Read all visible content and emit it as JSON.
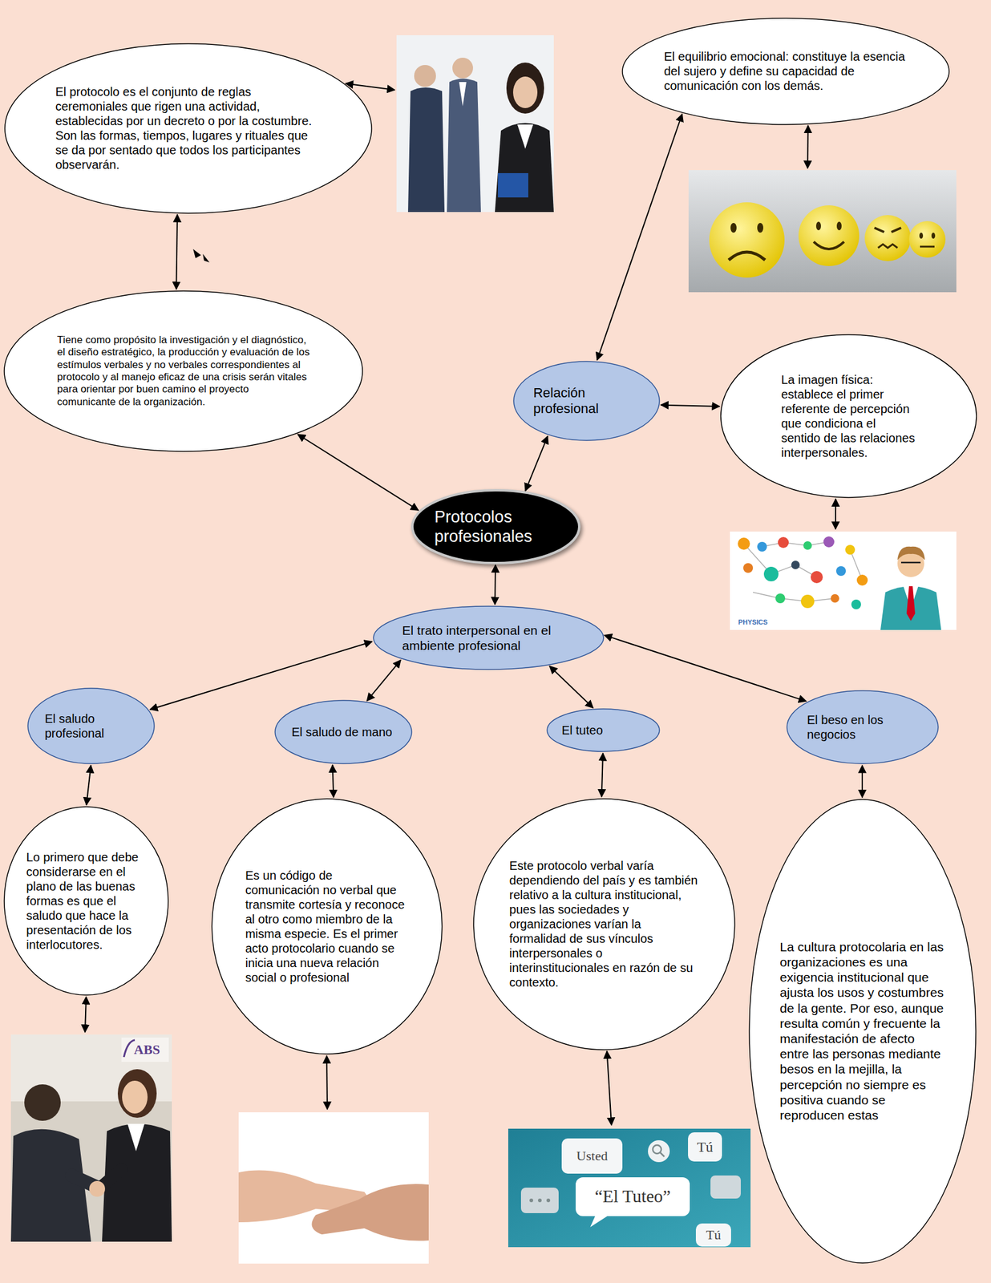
{
  "diagram": {
    "nodes": [
      {
        "text": [
          "El protocolo es el conjunto de reglas ceremoniales que rigen una actividad, establecidas por un decreto o por la costumbre. Son las formas, tiempos, lugares y rituales que se da por sentado que todos los participantes observarán."
        ]
      },
      {
        "text": [
          "El equilibrio emocional: constituye la esencia del sujero y define su capacidad de comunicación con los demás."
        ]
      },
      {
        "text": [
          "Tiene como propósito la investigación y el diagnóstico, el diseño estratégico, la producción y evaluación de los estímulos verbales y no verbales correspondientes al protocolo y al manejo eficaz de una crisis serán vitales para orientar por buen camino el proyecto comunicante de la organización."
        ]
      },
      {
        "text": [
          "Relación profesional"
        ]
      },
      {
        "text": [
          "La imagen física: establece el primer referente de percepción que condiciona el sentido de las relaciones interpersonales."
        ]
      },
      {
        "text": [
          "Protocolos profesionales"
        ]
      },
      {
        "text": [
          "El trato interpersonal en el ambiente profesional"
        ]
      },
      {
        "text": [
          "El saludo profesional"
        ]
      },
      {
        "text": [
          "El saludo de mano"
        ]
      },
      {
        "text": [
          "El tuteo"
        ]
      },
      {
        "text": [
          "El beso en los negocios"
        ]
      },
      {
        "text": [
          "Lo primero que debe considerarse en el plano de las buenas formas es que el saludo que hace la presentación de los interlocutores."
        ]
      },
      {
        "text": [
          "Es un código de comunicación no verbal que transmite cortesía y reconoce al otro como miembro de la misma especie. Es el primer acto protocolario cuando se inicia una nueva relación social o profesional"
        ]
      },
      {
        "text": [
          "Este protocolo verbal varía dependiendo del país y es también relativo a la cultura institucional, pues las sociedades y organizaciones varían la formalidad de sus vínculos interpersonales o interinstitucionales en razón de su contexto."
        ]
      },
      {
        "text": [
          "La cultura protocolaria en las organizaciones es una exigencia institucional que ajusta los usos y costumbres de la gente. Por eso, aunque resulta común y frecuente la manifestación de afecto entre las personas mediante besos en la mejilla, la percepción no siempre es positiva cuando se reproducen estas"
        ]
      }
    ],
    "edges": [
      {
        "from": 0,
        "to": 2,
        "arrow": "both"
      },
      {
        "from": 2,
        "to": 5,
        "arrow": "both"
      },
      {
        "from": 5,
        "to": 3,
        "arrow": "both"
      },
      {
        "from": 3,
        "to": 1,
        "arrow": "both"
      },
      {
        "from": 3,
        "to": 4,
        "arrow": "both"
      },
      {
        "from": 5,
        "to": 6,
        "arrow": "both"
      },
      {
        "from": 6,
        "to": 7,
        "arrow": "both"
      },
      {
        "from": 6,
        "to": 8,
        "arrow": "both"
      },
      {
        "from": 6,
        "to": 9,
        "arrow": "both"
      },
      {
        "from": 6,
        "to": 10,
        "arrow": "both"
      },
      {
        "from": 7,
        "to": 11,
        "arrow": "both"
      },
      {
        "from": 8,
        "to": 12,
        "arrow": "both"
      },
      {
        "from": 9,
        "to": 13,
        "arrow": "both"
      },
      {
        "from": 10,
        "to": 14,
        "arrow": "both"
      }
    ],
    "labels": [
      "ABS",
      "PHYSICS",
      "Usted",
      "“El Tuteo”",
      "Tú",
      "Tú"
    ]
  }
}
